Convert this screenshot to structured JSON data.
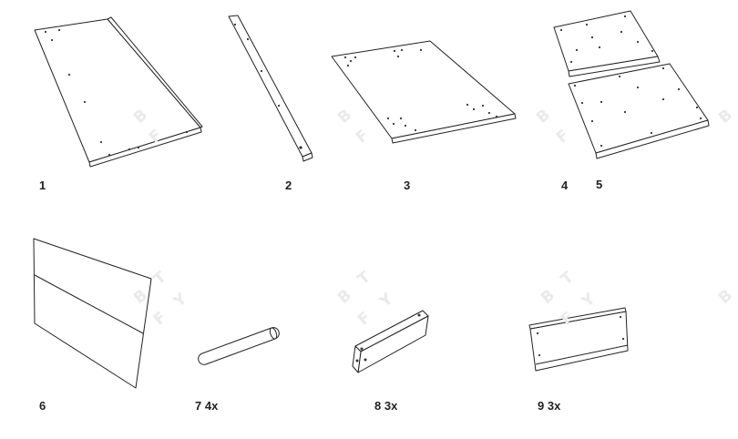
{
  "labels": {
    "p1": "1",
    "p2": "2",
    "p3": "3",
    "p4": "4",
    "p5": "5",
    "p6": "6",
    "p7": "7 4x",
    "p8": "8 3x",
    "p9": "9 3x"
  },
  "watermark": {
    "a": "B",
    "b": "T",
    "c": "F",
    "d": "Y"
  },
  "colors": {
    "line": "#222222",
    "hole": "#333333",
    "watermark": "#eaeaea"
  }
}
